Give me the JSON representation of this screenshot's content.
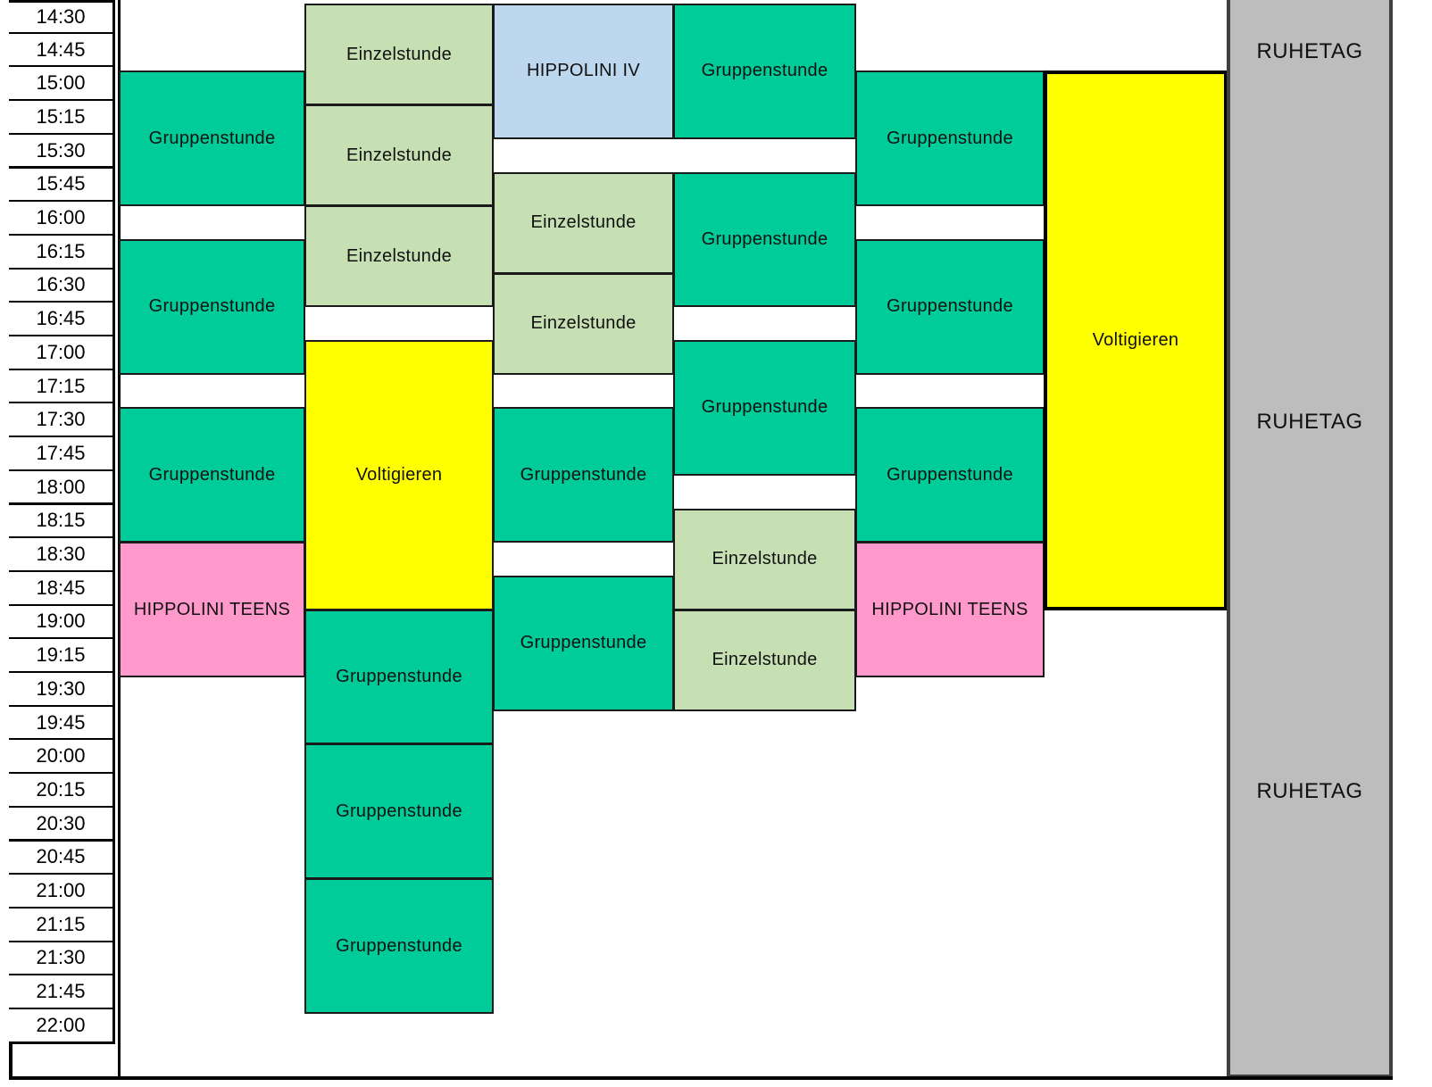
{
  "times": [
    "14:30",
    "14:45",
    "15:00",
    "15:15",
    "15:30",
    "15:45",
    "16:00",
    "16:15",
    "16:30",
    "16:45",
    "17:00",
    "17:15",
    "17:30",
    "17:45",
    "18:00",
    "18:15",
    "18:30",
    "18:45",
    "19:00",
    "19:15",
    "19:30",
    "19:45",
    "20:00",
    "20:15",
    "20:30",
    "20:45",
    "21:00",
    "21:15",
    "21:30",
    "21:45",
    "22:00"
  ],
  "colors": {
    "gruppenstunde": "#00cc99",
    "einzelstunde": "#c6e0b4",
    "hippolini_iv": "#bdd7ee",
    "voltigieren": "#ffff00",
    "hippolini_teens": "#ff99cc",
    "ruhetag": "#bdbdbd"
  },
  "days": [
    {
      "blocks": [
        {
          "label": "Gruppenstunde",
          "type": "gruppenstunde",
          "start": "15:00",
          "end": "16:00"
        },
        {
          "label": "Gruppenstunde",
          "type": "gruppenstunde",
          "start": "16:15",
          "end": "17:15"
        },
        {
          "label": "Gruppenstunde",
          "type": "gruppenstunde",
          "start": "17:30",
          "end": "18:30"
        },
        {
          "label": "HIPPOLINI TEENS",
          "type": "hippolini_teens",
          "start": "18:30",
          "end": "19:30"
        }
      ]
    },
    {
      "blocks": [
        {
          "label": "Einzelstunde",
          "type": "einzelstunde",
          "start": "14:30",
          "end": "15:15"
        },
        {
          "label": "Einzelstunde",
          "type": "einzelstunde",
          "start": "15:15",
          "end": "16:00"
        },
        {
          "label": "Einzelstunde",
          "type": "einzelstunde",
          "start": "16:00",
          "end": "16:45"
        },
        {
          "label": "Voltigieren",
          "type": "voltigieren",
          "start": "17:00",
          "end": "19:00"
        },
        {
          "label": "Gruppenstunde",
          "type": "gruppenstunde",
          "start": "19:00",
          "end": "20:00"
        },
        {
          "label": "Gruppenstunde",
          "type": "gruppenstunde",
          "start": "20:00",
          "end": "21:00"
        },
        {
          "label": "Gruppenstunde",
          "type": "gruppenstunde",
          "start": "21:00",
          "end": "22:00"
        }
      ]
    },
    {
      "blocks": [
        {
          "label": "HIPPOLINI IV",
          "type": "hippolini_iv",
          "start": "14:30",
          "end": "15:30"
        },
        {
          "label": "Einzelstunde",
          "type": "einzelstunde",
          "start": "15:45",
          "end": "16:30"
        },
        {
          "label": "Einzelstunde",
          "type": "einzelstunde",
          "start": "16:30",
          "end": "17:15"
        },
        {
          "label": "Gruppenstunde",
          "type": "gruppenstunde",
          "start": "17:30",
          "end": "18:30"
        },
        {
          "label": "Gruppenstunde",
          "type": "gruppenstunde",
          "start": "18:45",
          "end": "19:45"
        }
      ]
    },
    {
      "blocks": [
        {
          "label": "Gruppenstunde",
          "type": "gruppenstunde",
          "start": "14:30",
          "end": "15:30"
        },
        {
          "label": "Gruppenstunde",
          "type": "gruppenstunde",
          "start": "15:45",
          "end": "16:45"
        },
        {
          "label": "Gruppenstunde",
          "type": "gruppenstunde",
          "start": "17:00",
          "end": "18:00"
        },
        {
          "label": "Einzelstunde",
          "type": "einzelstunde",
          "start": "18:15",
          "end": "19:00"
        },
        {
          "label": "Einzelstunde",
          "type": "einzelstunde",
          "start": "19:00",
          "end": "19:45"
        }
      ]
    },
    {
      "blocks": [
        {
          "label": "Gruppenstunde",
          "type": "gruppenstunde",
          "start": "15:00",
          "end": "16:00"
        },
        {
          "label": "Gruppenstunde",
          "type": "gruppenstunde",
          "start": "16:15",
          "end": "17:15"
        },
        {
          "label": "Gruppenstunde",
          "type": "gruppenstunde",
          "start": "17:30",
          "end": "18:30"
        },
        {
          "label": "HIPPOLINI TEENS",
          "type": "hippolini_teens",
          "start": "18:30",
          "end": "19:30"
        }
      ]
    },
    {
      "blocks": [
        {
          "label": "Voltigieren",
          "type": "voltigieren",
          "start": "15:00",
          "end": "19:00"
        }
      ]
    }
  ],
  "ruhetag": {
    "labels": [
      "RUHETAG",
      "RUHETAG",
      "RUHETAG"
    ]
  }
}
